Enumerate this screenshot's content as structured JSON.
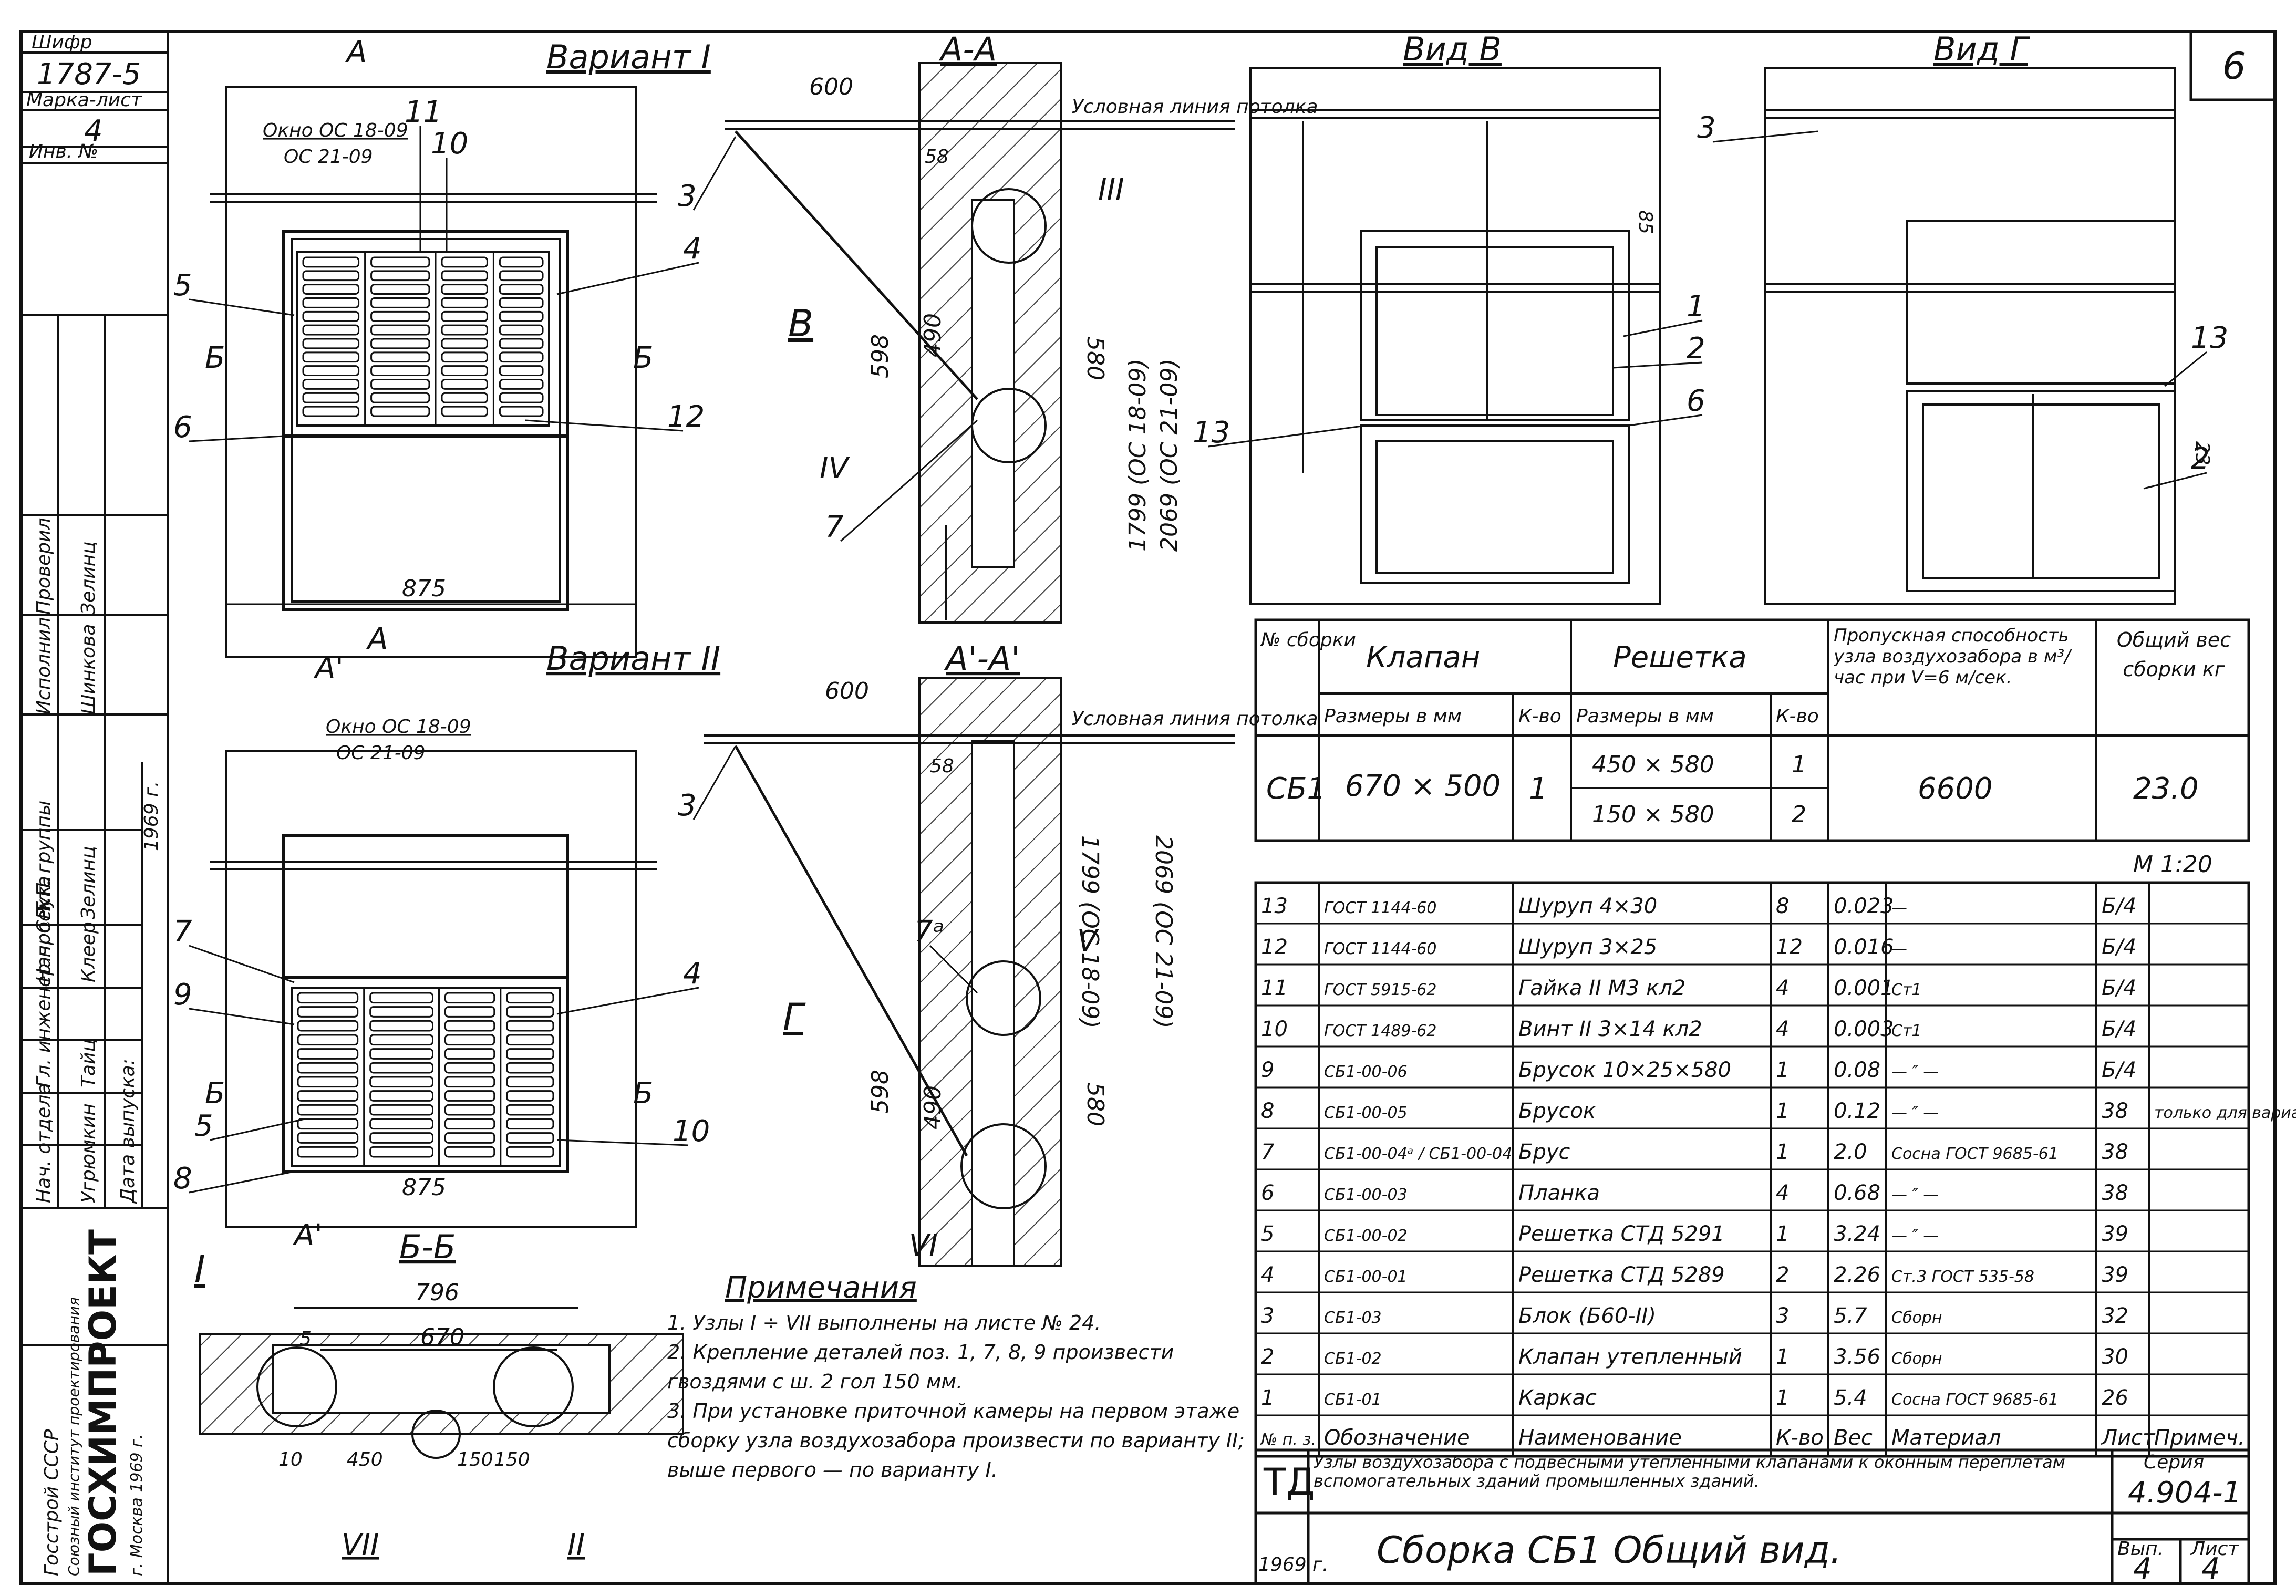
{
  "sheet_code": "6",
  "stamp": {
    "cipher_label": "Шифр",
    "cipher": "1787-5",
    "mark_sheet_label": "Марка-лист",
    "mark_sheet": "4",
    "inv_label": "Инв. №",
    "org_top": "Госстрой СССР",
    "org_sub": "Союзный институт проектирования",
    "org_name": "ГОСХИМПРОЕКТ",
    "org_city": "г. Москва 1969 г.",
    "roles": [
      {
        "role": "Нач. отдела",
        "name": "Угрюмкин"
      },
      {
        "role": "Гл. инженер проекта",
        "name": "Тайц"
      },
      {
        "role": "Нач. С.Т.П.",
        "name": "Клеер"
      },
      {
        "role": "Рук. группы",
        "name": "Зелинц"
      },
      {
        "role": "Исполнил",
        "name": "Шинкова"
      },
      {
        "role": "Проверил",
        "name": "Зелинц"
      }
    ],
    "date_label": "Дата выпуска:",
    "year_label": "1969 г."
  },
  "views": {
    "v1_title": "Вариант I",
    "v2_title": "Вариант II",
    "aa": "А-А",
    "a1a1": "А'-А'",
    "vid_v": "Вид В",
    "vid_g": "Вид Г",
    "bb": "Б-Б",
    "cut_a": "А",
    "cut_a1": "А'",
    "cut_b": "Б",
    "arrow_v": "В",
    "arrow_g": "Г",
    "window1": "Окно ОС 18-09",
    "window1b": "ОС 21-09",
    "window2": "Окно ОС 18-09",
    "window2b": "ОС 21-09",
    "ceiling1": "Условная линия потолка",
    "ceiling2": "Условная линия потолка",
    "dim_875": "875",
    "dim_600": "600",
    "dim_58": "58",
    "dim_490": "490",
    "dim_598": "598",
    "dim_580": "580",
    "dim_1799": "1799 (ОС 18-09)",
    "dim_2069": "2069 (ОС 21-09)",
    "dim_85": "85",
    "dim_23": "23",
    "dim_796": "796",
    "dim_670": "670",
    "dim_450": "450",
    "dim_150": "150",
    "dim_10": "10",
    "dim_5": "5",
    "node_3": "III",
    "node_4": "IV",
    "node_5": "V",
    "node_6": "VI",
    "node_1": "I",
    "node_2": "II",
    "node_7": "VII"
  },
  "spec": {
    "h_no": "№ сборки",
    "h_valve": "Клапан",
    "h_grille": "Решетка",
    "h_size": "Размеры в мм",
    "h_qty": "К-во",
    "h_capacity": "Пропускная способность узла воздухозабора в м³/час при V=6 м/сек.",
    "h_weight": "Общий вес сборки кг",
    "mark": "СБ1",
    "valve_size": "670 × 500",
    "valve_qty": "1",
    "grille_rows": [
      {
        "size": "450 × 580",
        "qty": "1"
      },
      {
        "size": "150 × 580",
        "qty": "2"
      }
    ],
    "capacity": "6600",
    "weight": "23.0"
  },
  "scale": "М 1:20",
  "bom": {
    "headers": [
      "№ п. з.",
      "Обозначение",
      "Наименование",
      "К-во",
      "Вес",
      "Материал",
      "Лист",
      "Примеч."
    ],
    "rows": [
      [
        "13",
        "ГОСТ 1144-60",
        "Шуруп 4×30",
        "8",
        "0.023",
        "—",
        "Б/4",
        ""
      ],
      [
        "12",
        "ГОСТ 1144-60",
        "Шуруп 3×25",
        "12",
        "0.016",
        "—",
        "Б/4",
        ""
      ],
      [
        "11",
        "ГОСТ 5915-62",
        "Гайка II М3 кл2",
        "4",
        "0.001",
        "Ст1",
        "Б/4",
        ""
      ],
      [
        "10",
        "ГОСТ 1489-62",
        "Винт II 3×14 кл2",
        "4",
        "0.003",
        "Ст1",
        "Б/4",
        ""
      ],
      [
        "9",
        "СБ1-00-06",
        "Брусок 10×25×580",
        "1",
        "0.08",
        "— ″ —",
        "Б/4",
        ""
      ],
      [
        "8",
        "СБ1-00-05",
        "Брусок",
        "1",
        "0.12",
        "— ″ —",
        "38",
        "только для варианта II"
      ],
      [
        "7",
        "СБ1-00-04ᵃ / СБ1-00-04",
        "Брус",
        "1",
        "2.0",
        "Сосна ГОСТ 9685-61",
        "38",
        ""
      ],
      [
        "6",
        "СБ1-00-03",
        "Планка",
        "4",
        "0.68",
        "— ″ —",
        "38",
        ""
      ],
      [
        "5",
        "СБ1-00-02",
        "Решетка СТД 5291",
        "1",
        "3.24",
        "— ″ —",
        "39",
        ""
      ],
      [
        "4",
        "СБ1-00-01",
        "Решетка СТД 5289",
        "2",
        "2.26",
        "Ст.3 ГОСТ 535-58",
        "39",
        ""
      ],
      [
        "3",
        "СБ1-03",
        "Блок (Б60-II)",
        "3",
        "5.7",
        "Сборн",
        "32",
        ""
      ],
      [
        "2",
        "СБ1-02",
        "Клапан утепленный",
        "1",
        "3.56",
        "Сборн",
        "30",
        ""
      ],
      [
        "1",
        "СБ1-01",
        "Каркас",
        "1",
        "5.4",
        "Сосна ГОСТ 9685-61",
        "26",
        ""
      ]
    ]
  },
  "notes": {
    "title": "Примечания",
    "items": [
      "1. Узлы I ÷ VII выполнены на листе № 24.",
      "2. Крепление деталей поз. 1, 7, 8, 9 произвести гвоздями с ш. 2 гол 150 мм.",
      "3. При установке приточной камеры на первом этаже сборку узла воздухозабора произвести по варианту II; выше первого — по варианту I."
    ]
  },
  "title_block": {
    "td": "ТД",
    "desc": "Узлы воздухозабора с подвесными утепленными клапанами к оконным переплетам вспомогательных зданий промышленных зданий.",
    "series_label": "Серия",
    "series": "4.904-1",
    "year": "1969 г.",
    "title": "Сборка СБ1  Общий вид.",
    "issue_label": "Вып.",
    "issue": "4",
    "sheet_label": "Лист",
    "sheet": "4"
  },
  "colors": {
    "ink": "#111111",
    "paper": "#ffffff",
    "hatch": "#444444"
  }
}
